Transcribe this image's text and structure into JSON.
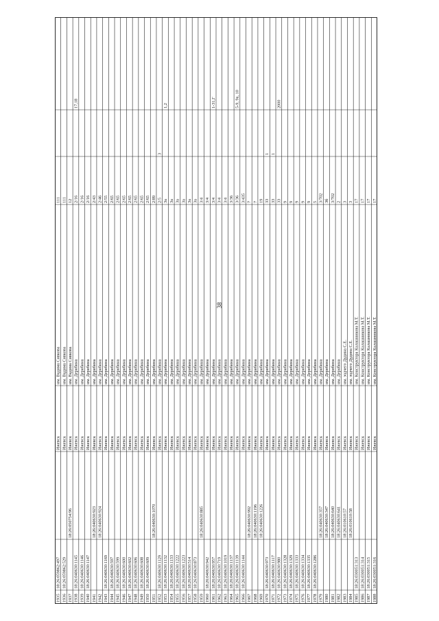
{
  "page_number": "38",
  "rows": [
    {
      "id": "1935",
      "cad1": "18:26:059862:497",
      "cad2": "",
      "city": "Ижевск",
      "street": "им. Вадима Сивкова",
      "num": "111",
      "extra1": "",
      "extra2": ""
    },
    {
      "id": "1936",
      "cad1": "18:26:059862:529",
      "cad2": "",
      "city": "Ижевск",
      "street": "им. Вадима Сивкова",
      "num": "111",
      "extra1": "",
      "extra2": ""
    },
    {
      "id": "1937",
      "cad1": "",
      "cad2": "18:26:050754:96",
      "city": "Ижевск",
      "street": "им. Вадима Сивкова",
      "num": "12",
      "extra1": "",
      "extra2": ""
    },
    {
      "id": "1938",
      "cad1": "18:26:040630:1145",
      "cad2": "",
      "city": "Ижевск",
      "street": "им. Дерябина",
      "num": "2/16",
      "extra1": "",
      "extra2": "17,18"
    },
    {
      "id": "1939",
      "cad1": "18:26:040630:1146",
      "cad2": "",
      "city": "Ижевск",
      "street": "им. Дерябина",
      "num": "2/16",
      "extra1": "",
      "extra2": ""
    },
    {
      "id": "1940",
      "cad1": "18:26:040630:1147",
      "cad2": "",
      "city": "Ижевск",
      "street": "им. Дерябина",
      "num": "2/16",
      "extra1": "",
      "extra2": ""
    },
    {
      "id": "1941",
      "cad1": "",
      "cad2": "18:26:040630:923",
      "city": "Ижевск",
      "street": "им. Дерябина",
      "num": "2/43",
      "extra1": "",
      "extra2": ""
    },
    {
      "id": "1942",
      "cad1": "",
      "cad2": "18:26:040630:924",
      "city": "Ижевск",
      "street": "им. Дерябина",
      "num": "2/46",
      "extra1": "",
      "extra2": ""
    },
    {
      "id": "1943",
      "cad1": "18:26:040630:1169",
      "cad2": "",
      "city": "Ижевск",
      "street": "им. Дерябина",
      "num": "2/55",
      "extra1": "",
      "extra2": ""
    },
    {
      "id": "1944",
      "cad1": "18:26:040630:597",
      "cad2": "",
      "city": "Ижевск",
      "street": "им. Дерябина",
      "num": "2/65",
      "extra1": "",
      "extra2": ""
    },
    {
      "id": "1945",
      "cad1": "18:26:040630:599",
      "cad2": "",
      "city": "Ижевск",
      "street": "им. Дерябина",
      "num": "2/65",
      "extra1": "",
      "extra2": ""
    },
    {
      "id": "1946",
      "cad1": "18:26:040630:600",
      "cad2": "",
      "city": "Ижевск",
      "street": "им. Дерябина",
      "num": "2/65",
      "extra1": "",
      "extra2": ""
    },
    {
      "id": "1947",
      "cad1": "18:26:040630:602",
      "cad2": "",
      "city": "Ижевск",
      "street": "им. Дерябина",
      "num": "2/65",
      "extra1": "",
      "extra2": ""
    },
    {
      "id": "1948",
      "cad1": "18:26:040630:606",
      "cad2": "",
      "city": "Ижевск",
      "street": "им. Дерябина",
      "num": "2/65",
      "extra1": "",
      "extra2": ""
    },
    {
      "id": "1949",
      "cad1": "18:26:040630:608",
      "cad2": "",
      "city": "Ижевск",
      "street": "им. Дерябина",
      "num": "2/65",
      "extra1": "",
      "extra2": ""
    },
    {
      "id": "1950",
      "cad1": "18:26:040630:609",
      "cad2": "",
      "city": "Ижевск",
      "street": "им. Дерябина",
      "num": "2/65",
      "extra1": "",
      "extra2": ""
    },
    {
      "id": "1951",
      "cad1": "",
      "cad2": "18:26:040630:1070",
      "city": "Ижевск",
      "street": "им. Дерябина",
      "num": "2/89",
      "extra1": "",
      "extra2": ""
    },
    {
      "id": "1952",
      "cad1": "18:26:040630:1129",
      "cad2": "",
      "city": "Ижевск",
      "street": "им. Дерябина",
      "num": "2/5",
      "extra1": "3",
      "extra2": ""
    },
    {
      "id": "1953",
      "cad1": "18:26:040630:1132",
      "cad2": "",
      "city": "Ижевск",
      "street": "им. Дерябина",
      "num": "3а",
      "extra1": "",
      "extra2": "1,2"
    },
    {
      "id": "1954",
      "cad1": "18:26:040630:1133",
      "cad2": "",
      "city": "Ижевск",
      "street": "им. Дерябина",
      "num": "3а",
      "extra1": "",
      "extra2": ""
    },
    {
      "id": "1955",
      "cad1": "18:26:040630:1222",
      "cad2": "",
      "city": "Ижевск",
      "street": "им. Дерябина",
      "num": "3а",
      "extra1": "",
      "extra2": ""
    },
    {
      "id": "1956",
      "cad1": "18:26:040630:1223",
      "cad2": "",
      "city": "Ижевск",
      "street": "им. Дерябина",
      "num": "3а",
      "extra1": "",
      "extra2": ""
    },
    {
      "id": "1957",
      "cad1": "18:26:040630:514",
      "cad2": "",
      "city": "Ижевск",
      "street": "им. Дерябина",
      "num": "3а",
      "extra1": "",
      "extra2": ""
    },
    {
      "id": "1958",
      "cad1": "18:26:040630:873",
      "cad2": "",
      "city": "Ижевск",
      "street": "им. Дерябина",
      "num": "3а",
      "extra1": "",
      "extra2": ""
    },
    {
      "id": "1959",
      "cad1": "",
      "cad2": "18:26:040630:885",
      "city": "Ижевск",
      "street": "им. Дерябина",
      "num": "3/4",
      "extra1": "",
      "extra2": ""
    },
    {
      "id": "1960",
      "cad1": "18:26:040630:942",
      "cad2": "",
      "city": "Ижевск",
      "street": "им. Дерябина",
      "num": "3/4",
      "extra1": "",
      "extra2": ""
    },
    {
      "id": "1961",
      "cad1": "18:26:040630:957",
      "cad2": "",
      "city": "Ижевск",
      "street": "им. Дерябина",
      "num": "3/4",
      "extra1": "",
      "extra2": "1-31,Г"
    },
    {
      "id": "1962",
      "cad1": "18:26:040630:719",
      "cad2": "",
      "city": "Ижевск",
      "street": "им. Дерябина",
      "num": "3/4",
      "extra1": "",
      "extra2": ""
    },
    {
      "id": "1963",
      "cad1": "18:26:040630:1019",
      "cad2": "",
      "city": "Ижевск",
      "street": "им. Дерябина",
      "num": "3/4",
      "extra1": "",
      "extra2": ""
    },
    {
      "id": "1964",
      "cad1": "18:26:040630:1137",
      "cad2": "",
      "city": "Ижевск",
      "street": "им. Дерябина",
      "num": "3/36",
      "extra1": "",
      "extra2": ""
    },
    {
      "id": "1965",
      "cad1": "18:26:040630:1139",
      "cad2": "",
      "city": "Ижевск",
      "street": "им. Дерябина",
      "num": "3/36",
      "extra1": "",
      "extra2": "5-9, 9а, 10"
    },
    {
      "id": "1966",
      "cad1": "18:26:040630:1144",
      "cad2": "",
      "city": "Ижевск",
      "street": "им. Дерябина",
      "num": "3/435",
      "extra1": "",
      "extra2": ""
    },
    {
      "id": "1967",
      "cad1": "",
      "cad2": "18:26:040630:992",
      "city": "Ижевск",
      "street": "им. Дерябина",
      "num": "7",
      "extra1": "",
      "extra2": ""
    },
    {
      "id": "1968",
      "cad1": "",
      "cad2": "18:26:040630:1196",
      "city": "Ижевск",
      "street": "им. Дерябина",
      "num": "7",
      "extra1": "",
      "extra2": ""
    },
    {
      "id": "1969",
      "cad1": "",
      "cad2": "18:26:040630:1226",
      "city": "Ижевск",
      "street": "им. Дерябина",
      "num": "19",
      "extra1": "",
      "extra2": ""
    },
    {
      "id": "1970",
      "cad1": "18:26:040630:973",
      "cad2": "",
      "city": "Ижевск",
      "street": "им. Дерябина",
      "num": "33",
      "extra1": "1",
      "extra2": ""
    },
    {
      "id": "1971",
      "cad1": "18:26:040630:1117",
      "cad2": "",
      "city": "Ижевск",
      "street": "им. Дерябина",
      "num": "33",
      "extra1": "1",
      "extra2": ""
    },
    {
      "id": "1972",
      "cad1": "18:26:040630:980",
      "cad2": "",
      "city": "Ижевск",
      "street": "им. Дерябина",
      "num": "33",
      "extra1": "",
      "extra2": "2000"
    },
    {
      "id": "1973",
      "cad1": "18:26:040630:1328",
      "cad2": "",
      "city": "Ижевск",
      "street": "им. Дерябина",
      "num": "9",
      "extra1": "",
      "extra2": ""
    },
    {
      "id": "1974",
      "cad1": "18:26:040630:1329",
      "cad2": "",
      "city": "Ижевск",
      "street": "им. Дерябина",
      "num": "9",
      "extra1": "",
      "extra2": ""
    },
    {
      "id": "1975",
      "cad1": "18:26:040630:1333",
      "cad2": "",
      "city": "Ижевск",
      "street": "им. Дерябина",
      "num": "9",
      "extra1": "",
      "extra2": ""
    },
    {
      "id": "1976",
      "cad1": "18:26:040630:1334",
      "cad2": "",
      "city": "Ижевск",
      "street": "им. Дерябина",
      "num": "9",
      "extra1": "",
      "extra2": ""
    },
    {
      "id": "1977",
      "cad1": "18:26:040630:1335",
      "cad2": "",
      "city": "Ижевск",
      "street": "им. Дерябина",
      "num": "9",
      "extra1": "",
      "extra2": ""
    },
    {
      "id": "1978",
      "cad1": "18:26:040630:1286",
      "cad2": "",
      "city": "Ижевск",
      "street": "им. Дерябина",
      "num": "5",
      "extra1": "",
      "extra2": ""
    },
    {
      "id": "1979",
      "cad1": "",
      "cad2": "18:26:040630:357",
      "city": "Ижевск",
      "street": "им. Дерябина",
      "num": "3/702",
      "extra1": "",
      "extra2": ""
    },
    {
      "id": "1980",
      "cad1": "",
      "cad2": "18:26:040630:347",
      "city": "Ижевск",
      "street": "им. Дерябина",
      "num": "3б",
      "extra1": "",
      "extra2": ""
    },
    {
      "id": "1981",
      "cad1": "",
      "cad2": "18:26:040630:640",
      "city": "Ижевск",
      "street": "им. Дерябина",
      "num": "3/702",
      "extra1": "",
      "extra2": ""
    },
    {
      "id": "1982",
      "cad1": "",
      "cad2": "18:26:040630:641",
      "city": "Ижевск",
      "street": "им. Дерябина",
      "num": "2",
      "extra1": "",
      "extra2": ""
    },
    {
      "id": "1983",
      "cad1": "",
      "cad2": "18:26:010610:57",
      "city": "Ижевск",
      "street": "им. зодчего Дудина С.Е.",
      "num": "3",
      "extra1": "",
      "extra2": ""
    },
    {
      "id": "1984",
      "cad1": "",
      "cad2": "18:26:010610:58",
      "city": "Ижевск",
      "street": "им. зодчего Дудина С.Е.",
      "num": "3",
      "extra1": "",
      "extra2": ""
    },
    {
      "id": "1985",
      "cad1": "18:26:030051:313",
      "cad2": "",
      "city": "Ижевск",
      "street": "им. Конструктора Калашникова М.Т.",
      "num": "17",
      "extra1": "",
      "extra2": ""
    },
    {
      "id": "1986",
      "cad1": "18:26:030051:314",
      "cad2": "",
      "city": "Ижевск",
      "street": "им. Конструктора Калашникова М.Т.",
      "num": "17",
      "extra1": "",
      "extra2": ""
    },
    {
      "id": "1987",
      "cad1": "18:26:030051:315",
      "cad2": "",
      "city": "Ижевск",
      "street": "им. Конструктора Калашникова М.Т.",
      "num": "17",
      "extra1": "",
      "extra2": ""
    },
    {
      "id": "1988",
      "cad1": "18:26:030051:316",
      "cad2": "",
      "city": "Ижевск",
      "street": "им. Конструктора Калашникова М.Т.",
      "num": "17",
      "extra1": "",
      "extra2": ""
    }
  ]
}
